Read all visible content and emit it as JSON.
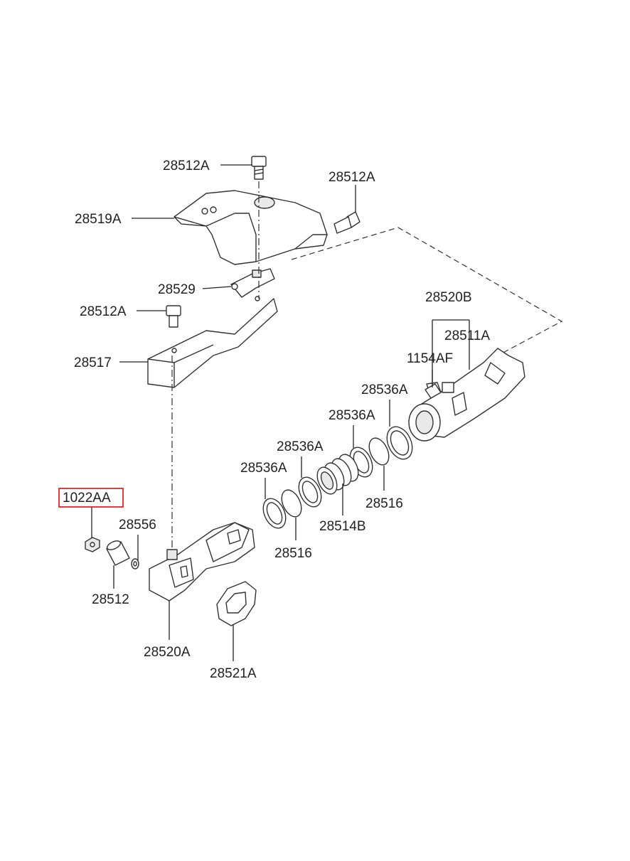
{
  "labels": {
    "p28512A_top": "28512A",
    "p28512A_right": "28512A",
    "p28519A": "28519A",
    "p28529": "28529",
    "p28512A_mid": "28512A",
    "p28517": "28517",
    "p28520B": "28520B",
    "p28511A": "28511A",
    "p1154AF": "1154AF",
    "p28536A_1": "28536A",
    "p28536A_2": "28536A",
    "p28536A_3": "28536A",
    "p28536A_4": "28536A",
    "p28516_right": "28516",
    "p28514B": "28514B",
    "p28516_left": "28516",
    "p1022AA": "1022AA",
    "p28556": "28556",
    "p28512": "28512",
    "p28520A": "28520A",
    "p28521A": "28521A"
  },
  "colors": {
    "highlight": "#e0262b",
    "line": "#222222"
  },
  "highlighted_part": "1022AA"
}
